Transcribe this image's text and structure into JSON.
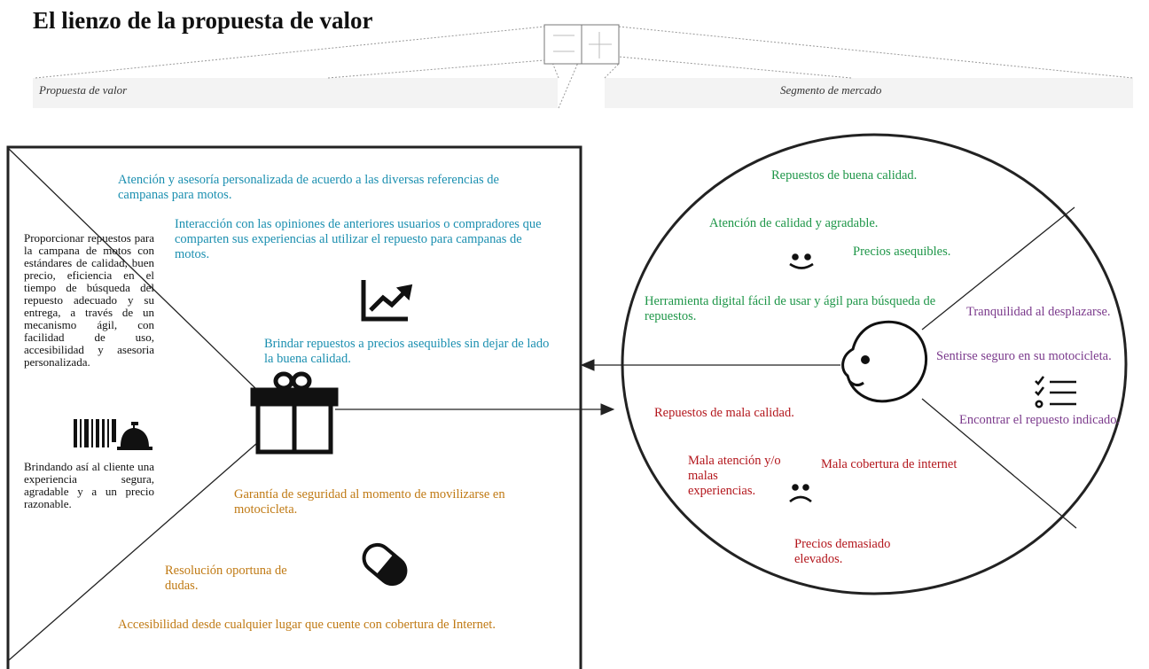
{
  "header": {
    "title": "El lienzo de la propuesta de valor",
    "left_caption": "Propuesta de valor",
    "right_caption": "Segmento de mercado"
  },
  "value_proposition": {
    "product_description": "Proporcionar repuestos para la campana de motos con estándares de calidad, buen precio, eficiencia en el tiempo de búsqueda del repuesto adecuado y su entrega, a través de un mecanismo ágil, con facilidad de uso, accesibilidad y asesoria personalizada.",
    "product_closing": "Brindando así al cliente una experiencia segura, agradable y a un precio razonable.",
    "gain_creators": [
      "Atención y asesoría personalizada de acuerdo a las diversas referencias de campanas para motos.",
      "Interacción con las opiniones de anteriores usuarios o compradores que comparten sus experiencias al utilizar el repuesto para campanas de motos.",
      "Brindar repuestos a precios asequibles sin dejar de lado la buena calidad."
    ],
    "pain_relievers": [
      "Garantía de seguridad al momento de movilizarse en motocicleta.",
      "Resolución oportuna de dudas.",
      "Accesibilidad desde cualquier lugar que cuente con cobertura de Internet."
    ]
  },
  "customer_segment": {
    "gains": [
      "Repuestos de buena calidad.",
      "Atención de calidad y agradable.",
      "Precios asequibles.",
      "Herramienta digital fácil de usar y ágil para búsqueda de repuestos."
    ],
    "jobs": [
      "Tranquilidad al desplazarse.",
      "Sentirse seguro en su motocicleta.",
      "Encontrar el repuesto indicado."
    ],
    "pains": [
      "Repuestos de mala calidad.",
      "Mala atención y/o malas experiencias.",
      "Mala cobertura de internet",
      "Precios demasiado elevados."
    ]
  },
  "icons": {
    "smile": "☺",
    "frown": "☹"
  },
  "colors": {
    "gain_creators": "#1b8fb0",
    "pain_relievers": "#c07a14",
    "gains": "#1e9648",
    "jobs": "#7b3a8c",
    "pains": "#b3161c"
  }
}
